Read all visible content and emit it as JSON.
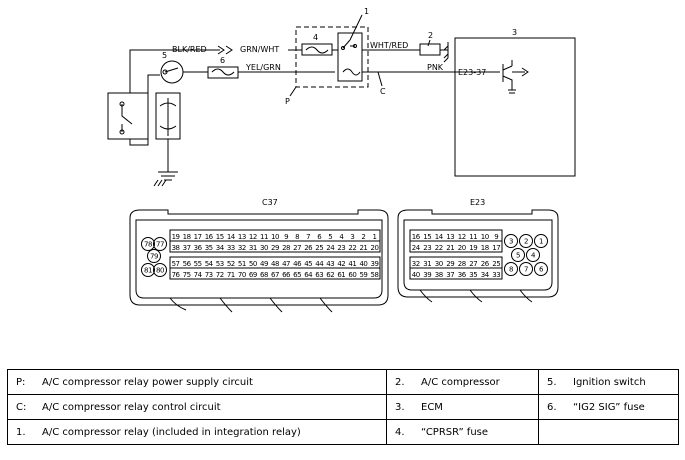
{
  "diagram": {
    "wires": {
      "blk_red": "BLK/RED",
      "grn_wht": "GRN/WHT",
      "wht_red": "WHT/RED",
      "yel_grn": "YEL/GRN",
      "pnk": "PNK"
    },
    "callouts": [
      "1",
      "2",
      "3",
      "4",
      "5",
      "6"
    ],
    "point_p": "P",
    "point_c": "C",
    "ecm_terminal": "E23-37",
    "connectors": {
      "c37": {
        "title": "C37",
        "row1": [
          "19",
          "18",
          "17",
          "16",
          "15",
          "14",
          "13",
          "12",
          "11",
          "10",
          "9",
          "8",
          "7",
          "6",
          "5",
          "4",
          "3",
          "2",
          "1"
        ],
        "row2": [
          "38",
          "37",
          "36",
          "35",
          "34",
          "33",
          "32",
          "31",
          "30",
          "29",
          "28",
          "27",
          "26",
          "25",
          "24",
          "23",
          "22",
          "21",
          "20"
        ],
        "row3": [
          "57",
          "56",
          "55",
          "54",
          "53",
          "52",
          "51",
          "50",
          "49",
          "48",
          "47",
          "46",
          "45",
          "44",
          "43",
          "42",
          "41",
          "40",
          "39"
        ],
        "row4": [
          "76",
          "75",
          "74",
          "73",
          "72",
          "71",
          "70",
          "69",
          "68",
          "67",
          "66",
          "65",
          "64",
          "63",
          "62",
          "61",
          "60",
          "59",
          "58"
        ],
        "round_pins": [
          "78",
          "77",
          "79",
          "81",
          "80"
        ]
      },
      "e23": {
        "title": "E23",
        "row1": [
          "16",
          "15",
          "14",
          "13",
          "12",
          "11",
          "10",
          "9"
        ],
        "row2": [
          "24",
          "23",
          "22",
          "21",
          "20",
          "19",
          "18",
          "17"
        ],
        "row3": [
          "32",
          "31",
          "30",
          "29",
          "28",
          "27",
          "26",
          "25"
        ],
        "row4": [
          "40",
          "39",
          "38",
          "37",
          "36",
          "35",
          "34",
          "33"
        ],
        "round_pins": [
          "3",
          "2",
          "1",
          "5",
          "4",
          "8",
          "7",
          "6"
        ]
      }
    }
  },
  "legend": [
    [
      {
        "key": "P:",
        "text": "A/C compressor relay power supply circuit"
      },
      {
        "key": "2.",
        "text": "A/C compressor"
      },
      {
        "key": "5.",
        "text": "Ignition switch"
      }
    ],
    [
      {
        "key": "C:",
        "text": "A/C compressor relay control circuit"
      },
      {
        "key": "3.",
        "text": "ECM"
      },
      {
        "key": "6.",
        "text": "“IG2 SIG” fuse"
      }
    ],
    [
      {
        "key": "1.",
        "text": "A/C compressor relay (included in integration relay)"
      },
      {
        "key": "4.",
        "text": "“CPRSR” fuse"
      },
      {
        "key": "",
        "text": ""
      }
    ]
  ]
}
